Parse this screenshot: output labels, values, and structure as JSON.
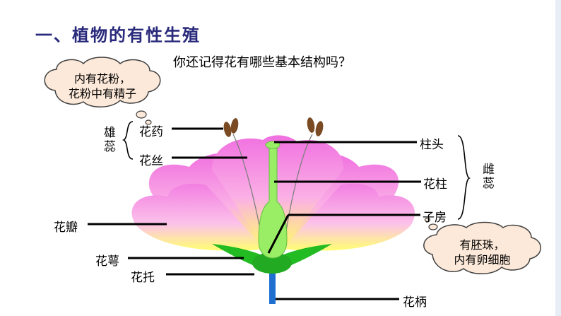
{
  "title": "一、植物的有性生殖",
  "question": "你还记得花有哪些基本结构吗？",
  "clouds": {
    "stamen_note": [
      "内有花粉，",
      "花粉中有精子"
    ],
    "ovary_note": [
      "有胚珠，",
      "内有卵细胞"
    ]
  },
  "groups": {
    "stamen": [
      "雄",
      "蕊"
    ],
    "pistil": [
      "雌",
      "蕊"
    ]
  },
  "labels": {
    "anther": "花药",
    "filament": "花丝",
    "stigma": "柱头",
    "style": "花柱",
    "ovary": "子房",
    "petal": "花瓣",
    "sepal": "花萼",
    "receptacle": "花托",
    "stalk": "花柄"
  },
  "colors": {
    "title": "#2a2a7c",
    "cloud_fill": "#fde9d9",
    "cloud_stroke": "#404040",
    "petal_top": "#f06ad8",
    "petal_bottom": "#ffff66",
    "pistil": "#99ee66",
    "sepal": "#22bb22",
    "stalk": "#1f6fd0",
    "anther": "#7a4a22"
  }
}
